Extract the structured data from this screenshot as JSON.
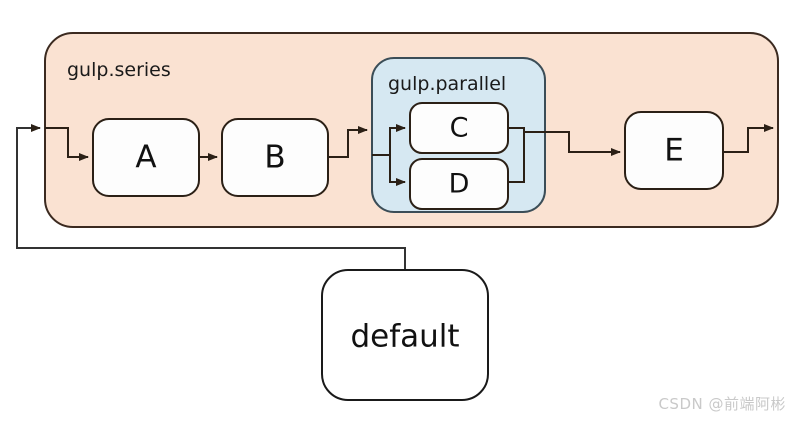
{
  "diagram": {
    "type": "gulp-task-flow",
    "background_color": "#ffffff",
    "containers": [
      {
        "id": "series",
        "label": "gulp.series",
        "fill_color": "#fae2d2",
        "stroke_color": "#3b2a20"
      },
      {
        "id": "parallel",
        "label": "gulp.parallel",
        "fill_color": "#d6e8f2",
        "stroke_color": "#3b4d57"
      }
    ],
    "nodes": [
      {
        "id": "a",
        "label": "A",
        "fill_color": "#fdfdfd",
        "stroke_color": "#2b2016"
      },
      {
        "id": "b",
        "label": "B",
        "fill_color": "#fdfdfd",
        "stroke_color": "#2b2016"
      },
      {
        "id": "c",
        "label": "C",
        "fill_color": "#fdfdfd",
        "stroke_color": "#2b2016"
      },
      {
        "id": "d",
        "label": "D",
        "fill_color": "#fdfdfd",
        "stroke_color": "#2b2016"
      },
      {
        "id": "e",
        "label": "E",
        "fill_color": "#fdfdfd",
        "stroke_color": "#2b2016"
      },
      {
        "id": "default",
        "label": "default",
        "fill_color": "#ffffff",
        "stroke_color": "#1a1a1a"
      }
    ],
    "edges": [
      {
        "from": "default",
        "to": "series",
        "kind": "entry"
      },
      {
        "from": "series-entry",
        "to": "a",
        "kind": "step-down"
      },
      {
        "from": "a",
        "to": "b",
        "kind": "straight"
      },
      {
        "from": "b",
        "to": "parallel",
        "kind": "step-up"
      },
      {
        "from": "parallel-entry",
        "to": "c",
        "kind": "branch-up"
      },
      {
        "from": "parallel-entry",
        "to": "d",
        "kind": "branch-down"
      },
      {
        "from": "c",
        "to": "parallel-exit",
        "kind": "merge"
      },
      {
        "from": "d",
        "to": "parallel-exit",
        "kind": "merge"
      },
      {
        "from": "parallel",
        "to": "e",
        "kind": "step-down"
      },
      {
        "from": "e",
        "to": "series-exit",
        "kind": "step-up"
      }
    ]
  },
  "watermark": {
    "text": "CSDN @前端阿彬"
  }
}
